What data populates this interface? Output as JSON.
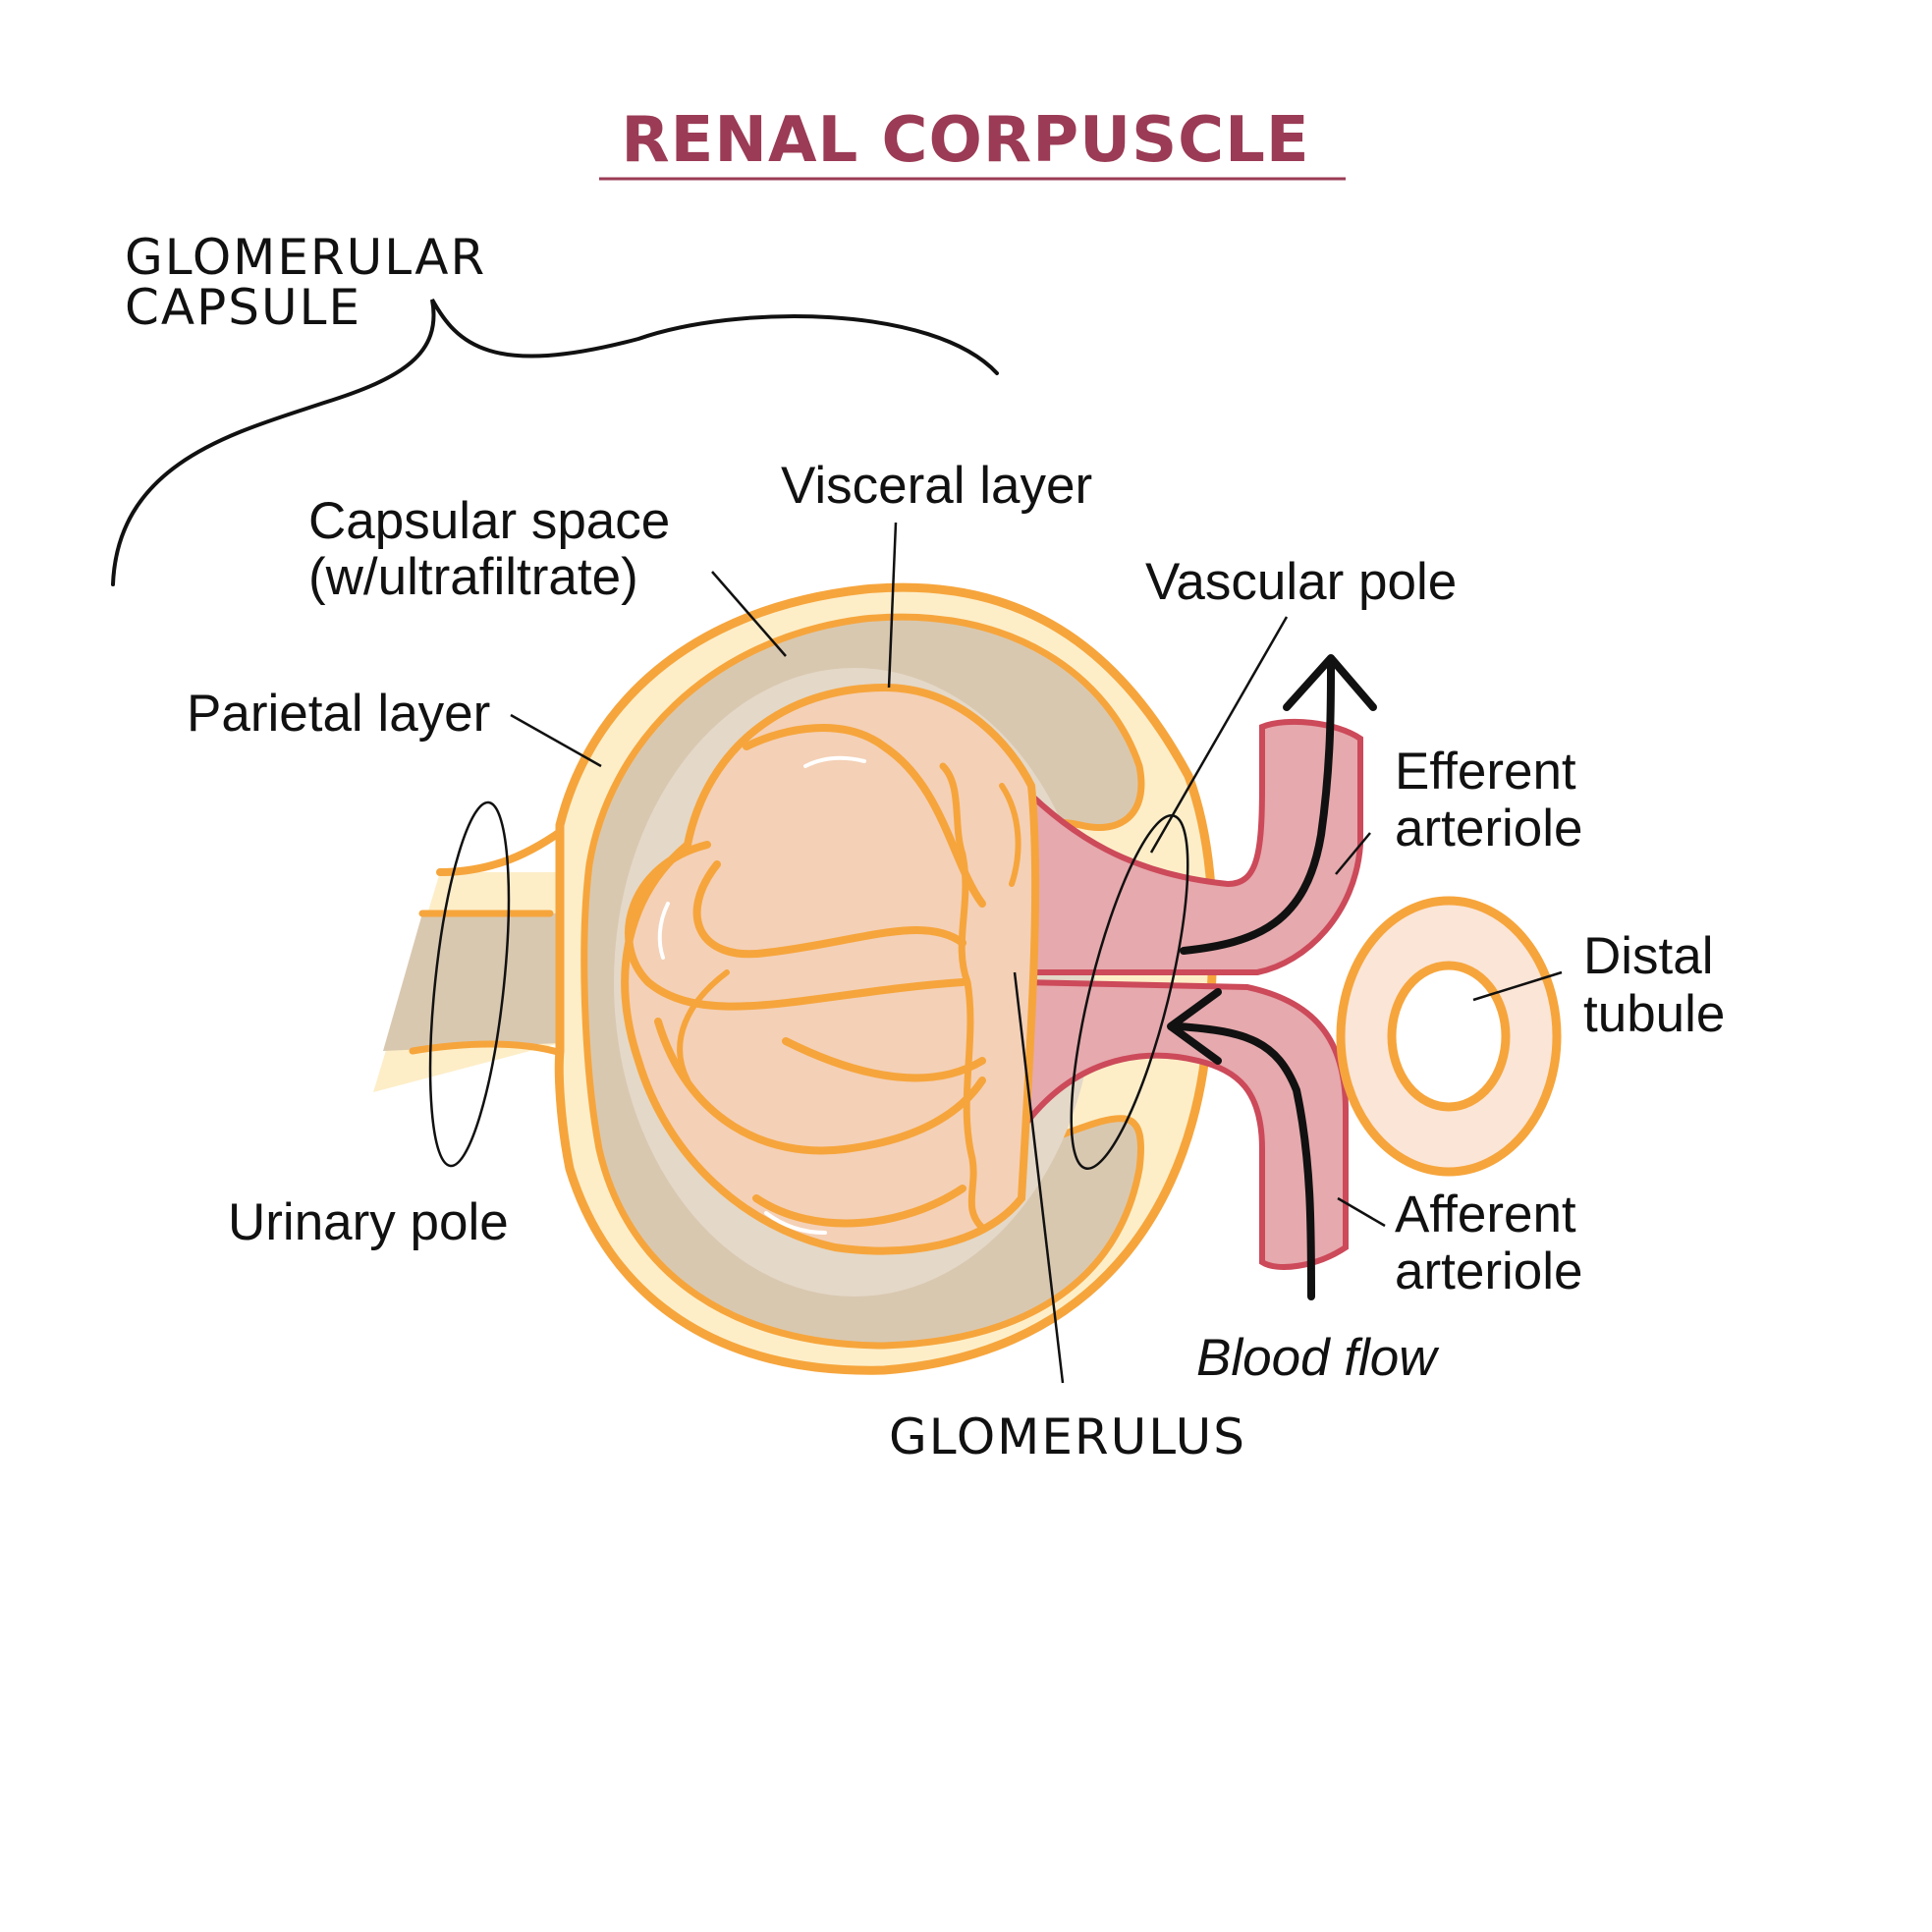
{
  "title": "RENAL CORPUSCLE",
  "labels": {
    "glomerular_capsule_line1": "GLOMERULAR",
    "glomerular_capsule_line2": "CAPSULE",
    "capsular_space_line1": "Capsular space",
    "capsular_space_line2": "(w/ultrafiltrate)",
    "visceral_layer": "Visceral layer",
    "vascular_pole": "Vascular pole",
    "parietal_layer": "Parietal layer",
    "efferent_arteriole_line1": "Efferent",
    "efferent_arteriole_line2": "arteriole",
    "distal_tubule_line1": "Distal",
    "distal_tubule_line2": "tubule",
    "urinary_pole": "Urinary pole",
    "afferent_arteriole_line1": "Afferent",
    "afferent_arteriole_line2": "arteriole",
    "blood_flow": "Blood flow",
    "glomerulus": "GLOMERULUS"
  },
  "colors": {
    "title": "#9b3b55",
    "capsule_outline": "#f6a53c",
    "capsule_wall": "#fdeec8",
    "capsular_space": "#d9c8b0",
    "glomerulus_fill": "#f4d0b6",
    "arteriole_fill": "#e6a9ad",
    "arteriole_outline": "#cc4a5a",
    "tubule_fill": "#fbe5d6",
    "ink": "#111111"
  }
}
